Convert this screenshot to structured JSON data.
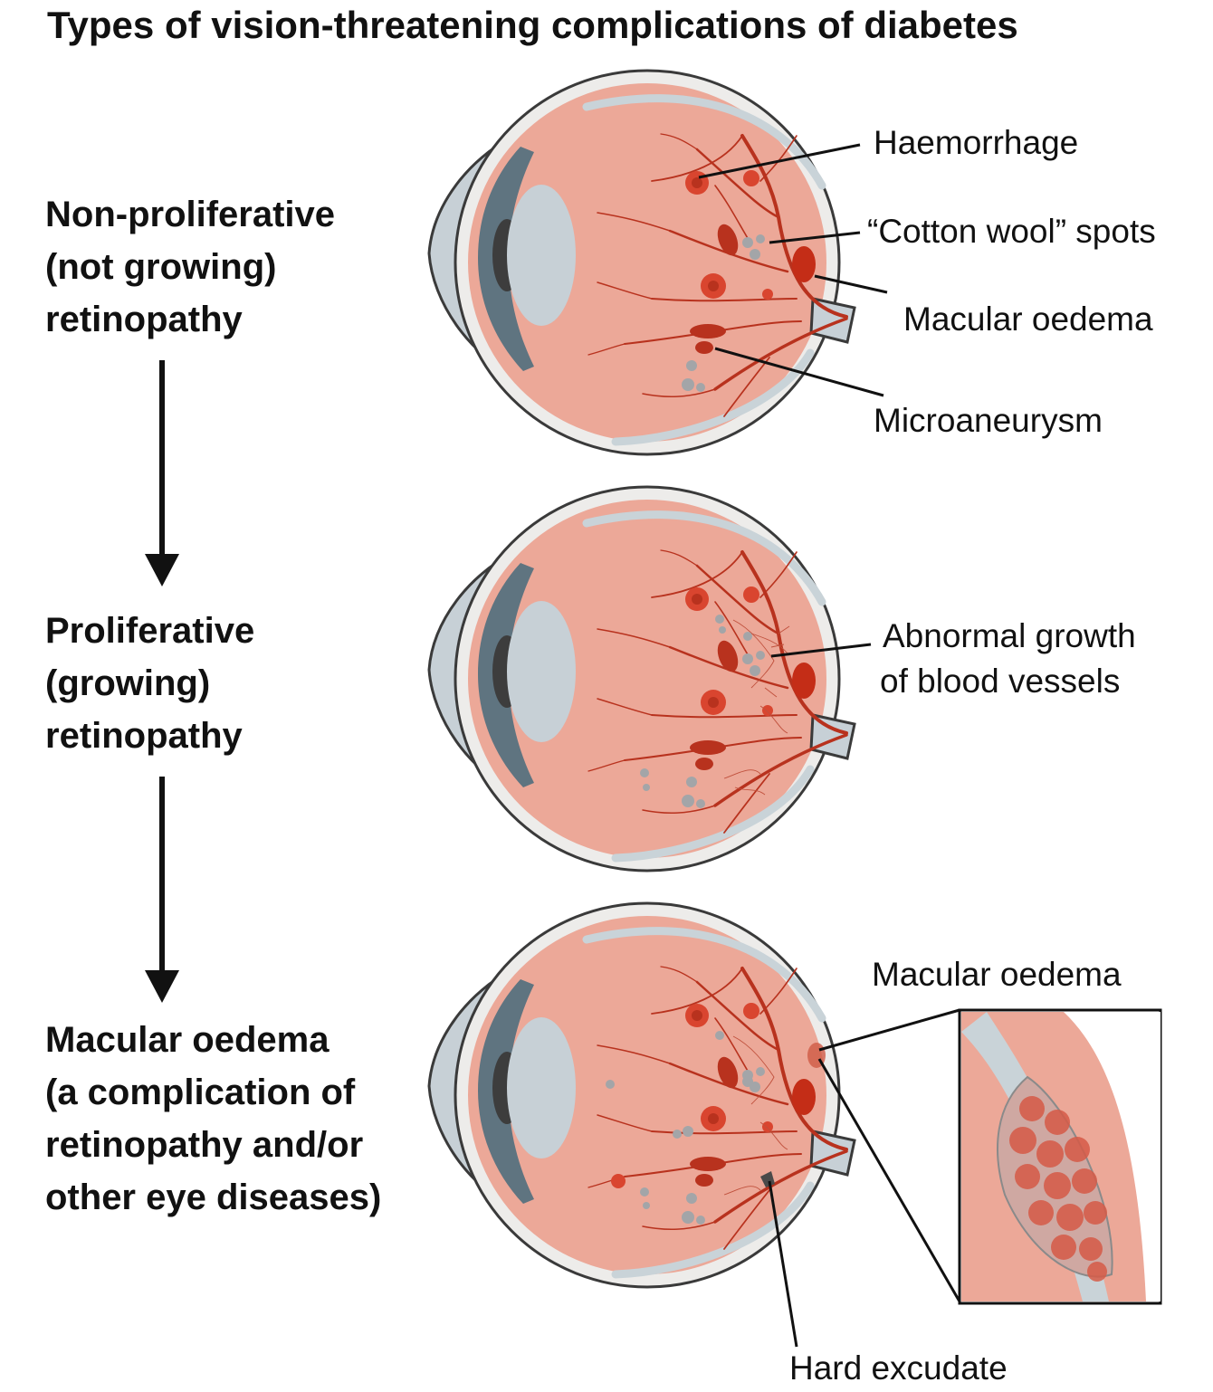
{
  "title": "Types of vision-threatening complications of diabetes",
  "stages": [
    {
      "lines": [
        "Non-proliferative",
        "(not growing)",
        "retinopathy"
      ]
    },
    {
      "lines": [
        "Proliferative",
        "(growing)",
        "retinopathy"
      ]
    },
    {
      "lines": [
        "Macular oedema",
        "(a complication of",
        "retinopathy and/or",
        "other eye diseases)"
      ]
    }
  ],
  "labels": {
    "haemorrhage": "Haemorrhage",
    "cotton_wool": "“Cotton wool” spots",
    "macular_oedema_1": "Macular oedema",
    "microaneurysm": "Microaneurysm",
    "abnormal_growth_1": "Abnormal growth",
    "abnormal_growth_2": "of blood vessels",
    "macular_oedema_2": "Macular oedema",
    "hard_exudate": "Hard excudate"
  },
  "colors": {
    "retina": "#eca898",
    "vessel": "#b8321e",
    "cornea": "#c7d0d6",
    "iris": "#5f7480",
    "cotton": "#a3a5a8",
    "outline": "#3a3a3a"
  }
}
